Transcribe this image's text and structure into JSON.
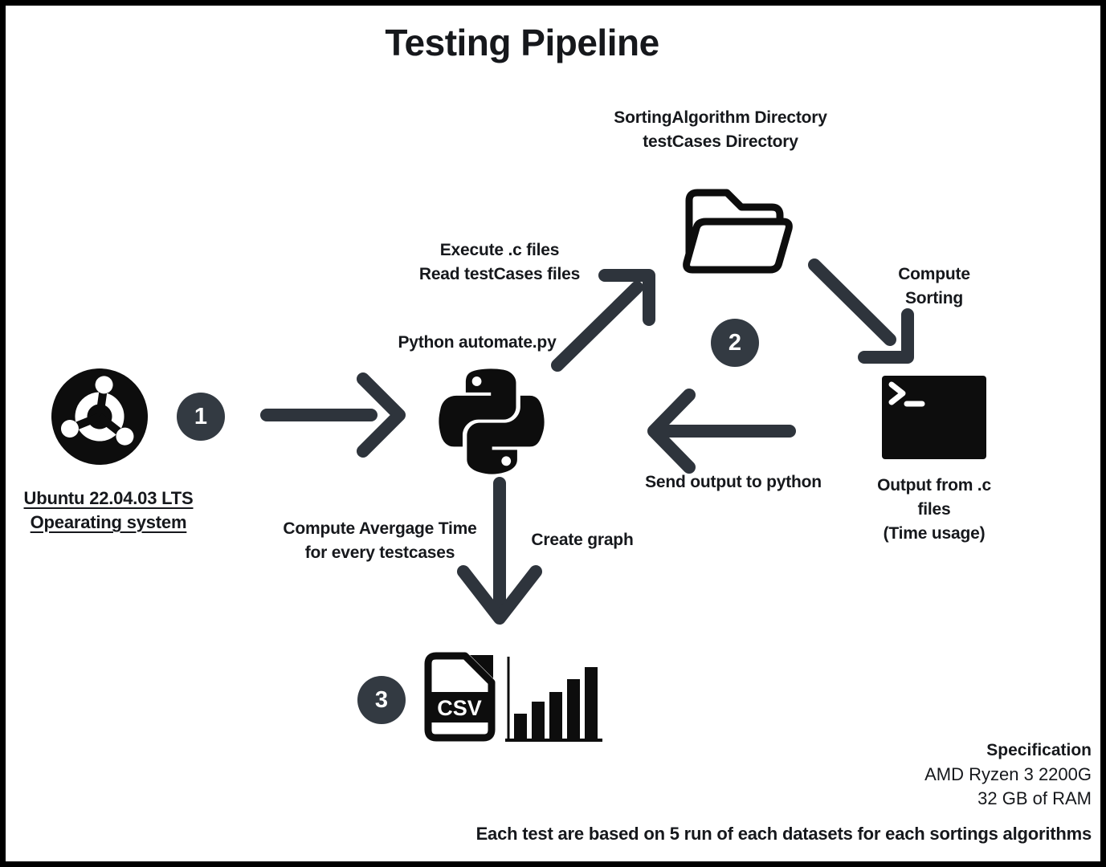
{
  "title": "Testing Pipeline",
  "colors": {
    "background": "#ffffff",
    "frame": "#000000",
    "arrow": "#2e343c",
    "badge": "#333a42",
    "badge_text": "#ffffff",
    "icon": "#0d0d0d",
    "text": "#16181c"
  },
  "icons": [
    "ubuntu-logo-icon",
    "python-logo-icon",
    "open-folder-icon",
    "terminal-icon",
    "csv-file-icon",
    "bar-chart-icon"
  ],
  "nodes": {
    "ubuntu": {
      "lines": [
        "Ubuntu 22.04.03 LTS",
        "Opearating system"
      ]
    },
    "python": {
      "label": "Python automate.py"
    },
    "directory": {
      "lines": [
        "SortingAlgorithm Directory",
        "testCases Directory"
      ]
    },
    "terminal": {
      "lines": [
        "Output from .c",
        "files",
        "(Time usage)"
      ]
    },
    "csv": {
      "file_type": "CSV"
    }
  },
  "edges": {
    "ubuntu_to_python": {
      "badge": "1"
    },
    "python_to_directory": {
      "lines": [
        "Execute .c files",
        "Read testCases files"
      ]
    },
    "directory_to_terminal": {
      "lines": [
        "Compute",
        "Sorting"
      ]
    },
    "terminal_to_python": {
      "badge": "2",
      "label": "Send output to python"
    },
    "python_to_results": {
      "badge": "3",
      "left_lines": [
        "Compute Avergage Time",
        "for every testcases"
      ],
      "right_label": "Create graph"
    }
  },
  "footer": {
    "spec_heading": "Specification",
    "spec_lines": [
      "AMD Ryzen 3 2200G",
      "32 GB of RAM"
    ],
    "note": "Each test are based on 5 run of each datasets for each sortings algorithms"
  }
}
